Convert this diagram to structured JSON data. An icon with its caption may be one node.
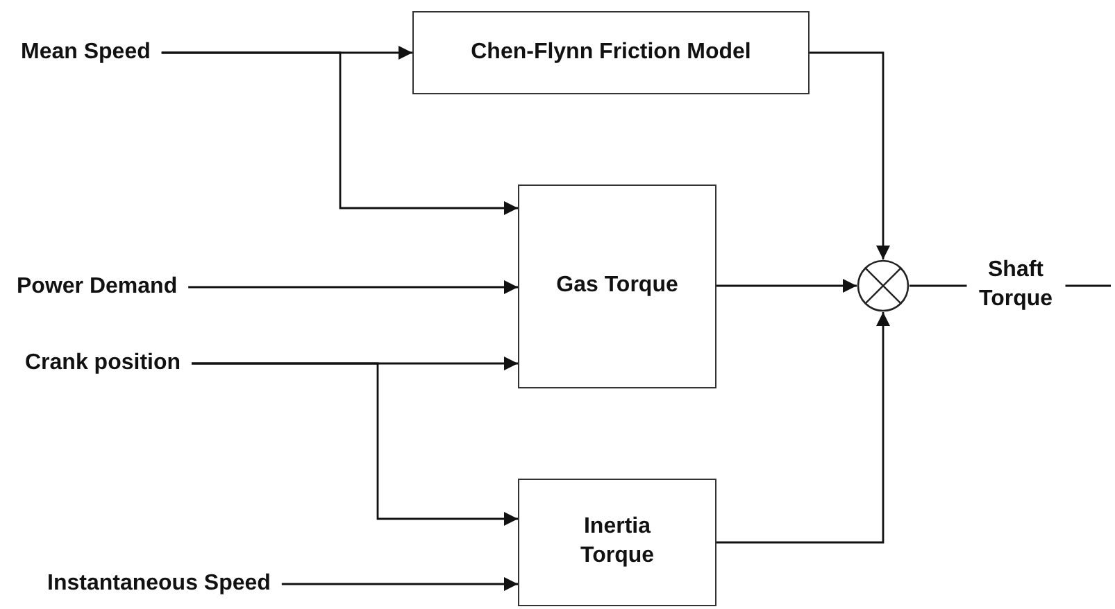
{
  "diagram": {
    "nodes": [
      {
        "text": [
          "Mean Speed"
        ]
      },
      {
        "text": [
          "Chen-Flynn Friction Model"
        ]
      },
      {
        "text": [
          "Power Demand"
        ]
      },
      {
        "text": [
          "Gas Torque"
        ]
      },
      {
        "text": [
          "Crank position"
        ]
      },
      {
        "text": [
          "Inertia Torque"
        ]
      },
      {
        "text": [
          "Instantaneous Speed"
        ]
      },
      {
        "text": [],
        "shape": "circle"
      }
    ],
    "edges": [
      {
        "from": 0,
        "to": 1,
        "arrow": "to"
      },
      {
        "from": 0,
        "to": 3,
        "arrow": "to"
      },
      {
        "from": 2,
        "to": 3,
        "arrow": "to"
      },
      {
        "from": 4,
        "to": 3,
        "arrow": "to"
      },
      {
        "from": 4,
        "to": 5,
        "arrow": "to"
      },
      {
        "from": 6,
        "to": 5,
        "arrow": "to"
      },
      {
        "from": 1,
        "to": 7,
        "arrow": "to"
      },
      {
        "from": 3,
        "to": 7,
        "arrow": "to"
      },
      {
        "from": 5,
        "to": 7,
        "arrow": "to"
      },
      {
        "from": 7,
        "to": null,
        "arrow": "none",
        "label": "Shaft Torque"
      }
    ]
  }
}
